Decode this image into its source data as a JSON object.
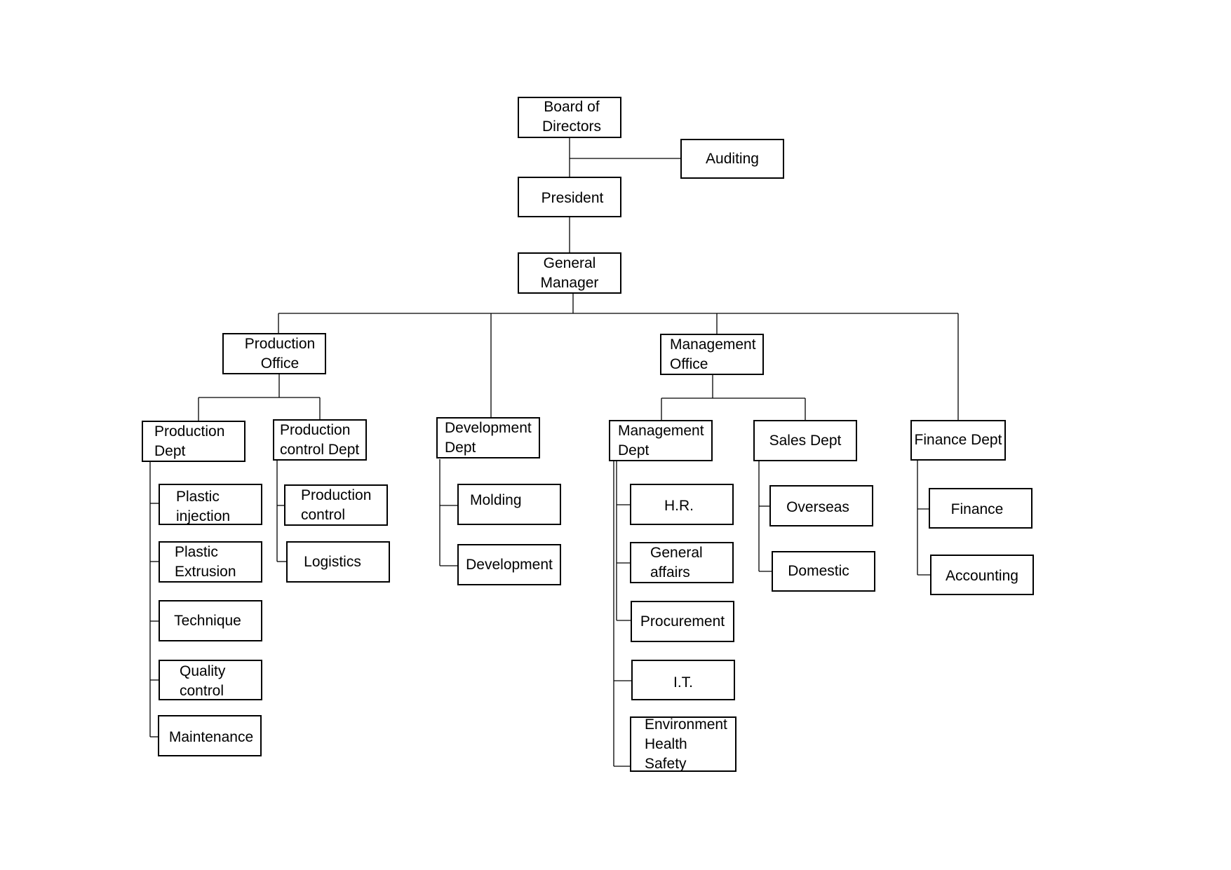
{
  "org_chart": {
    "board": "Board of\nDirectors",
    "auditing": "Auditing",
    "president": "President",
    "general_manager": "General\nManager",
    "production_office": "Production\nOffice",
    "production_dept": "Production\nDept",
    "production_control_dept": "Production\ncontrol Dept",
    "plastic_injection": "Plastic\ninjection",
    "plastic_extrusion": "Plastic\nExtrusion",
    "technique": "Technique",
    "quality_control": "Quality\ncontrol",
    "maintenance": "Maintenance",
    "production_control": "Production\ncontrol",
    "logistics": "Logistics",
    "development_dept": "Development\nDept",
    "molding": "Molding",
    "development": "Development",
    "management_office": "Management\nOffice",
    "management_dept": "Management\nDept",
    "sales_dept": "Sales Dept",
    "hr": "H.R.",
    "general_affairs": "General\naffairs",
    "procurement": "Procurement",
    "it": "I.T.",
    "ehs": "Environment\nHealth\nSafety",
    "overseas": "Overseas",
    "domestic": "Domestic",
    "finance_dept": "Finance Dept",
    "finance": "Finance",
    "accounting": "Accounting"
  }
}
